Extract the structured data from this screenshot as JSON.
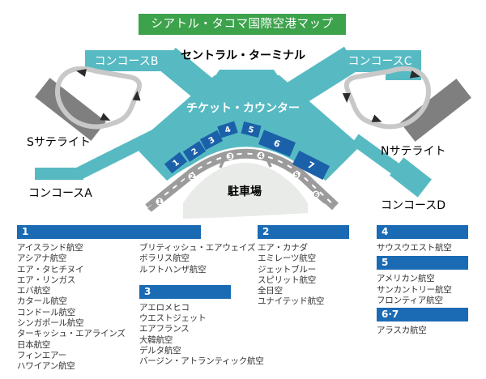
{
  "title_banner": {
    "text": "シアトル・タコマ国際空港マップ"
  },
  "map": {
    "central_terminal": "セントラル・ターミナル",
    "concourse_b": "コンコースB",
    "concourse_c": "コンコースC",
    "concourse_a": "コンコースA",
    "concourse_d": "コンコースD",
    "s_satellite": "Sサテライト",
    "n_satellite": "Nサテライト",
    "ticket_counter": "チケット・カウンター",
    "parking": "駐車場",
    "counters": [
      "1",
      "2",
      "3",
      "4",
      "5",
      "6",
      "7"
    ],
    "bridges": [
      "1",
      "2",
      "3",
      "4",
      "5",
      "6"
    ],
    "colors": {
      "terminal_teal": "#57bac3",
      "counter_blue": "#1b61a9",
      "header_blue": "#1a6bb4",
      "banner_green": "#3ca24b",
      "satellite_gray": "#7f7f7f",
      "loop_road_gray": "#c8c8c8",
      "road_gray": "#9c9c9c",
      "parking_gray": "#e9ebe8"
    }
  },
  "legend": {
    "section1": {
      "number": "1",
      "airlines_col1": [
        "アイスランド航空",
        "アシアナ航空",
        "エア・タヒチヌイ",
        "エア・リンガス",
        "エバ航空",
        "カタール航空",
        "コンドール航空",
        "シンガポール航空",
        "ターキッシュ・エアラインズ",
        "日本航空",
        "フィンエアー",
        "ハワイアン航空"
      ],
      "airlines_col2": [
        "ブリティッシュ・エアウェイズ",
        "ボラリス航空",
        "ルフトハンザ航空"
      ]
    },
    "section3": {
      "number": "3",
      "airlines": [
        "アエロメヒコ",
        "ウエストジェット",
        "エアフランス",
        "大韓航空",
        "デルタ航空",
        "バージン・アトランティック航空"
      ]
    },
    "section2": {
      "number": "2",
      "airlines": [
        "エア・カナダ",
        "エミレーツ航空",
        "ジェットブルー",
        "スピリット航空",
        "全日空",
        "ユナイテッド航空"
      ]
    },
    "section4": {
      "number": "4",
      "airlines": [
        "サウスウエスト航空"
      ]
    },
    "section5": {
      "number": "5",
      "airlines": [
        "アメリカン航空",
        "サンカントリー航空",
        "フロンティア航空"
      ]
    },
    "section6_7": {
      "number": "6·7",
      "airlines": [
        "アラスカ航空"
      ]
    }
  }
}
